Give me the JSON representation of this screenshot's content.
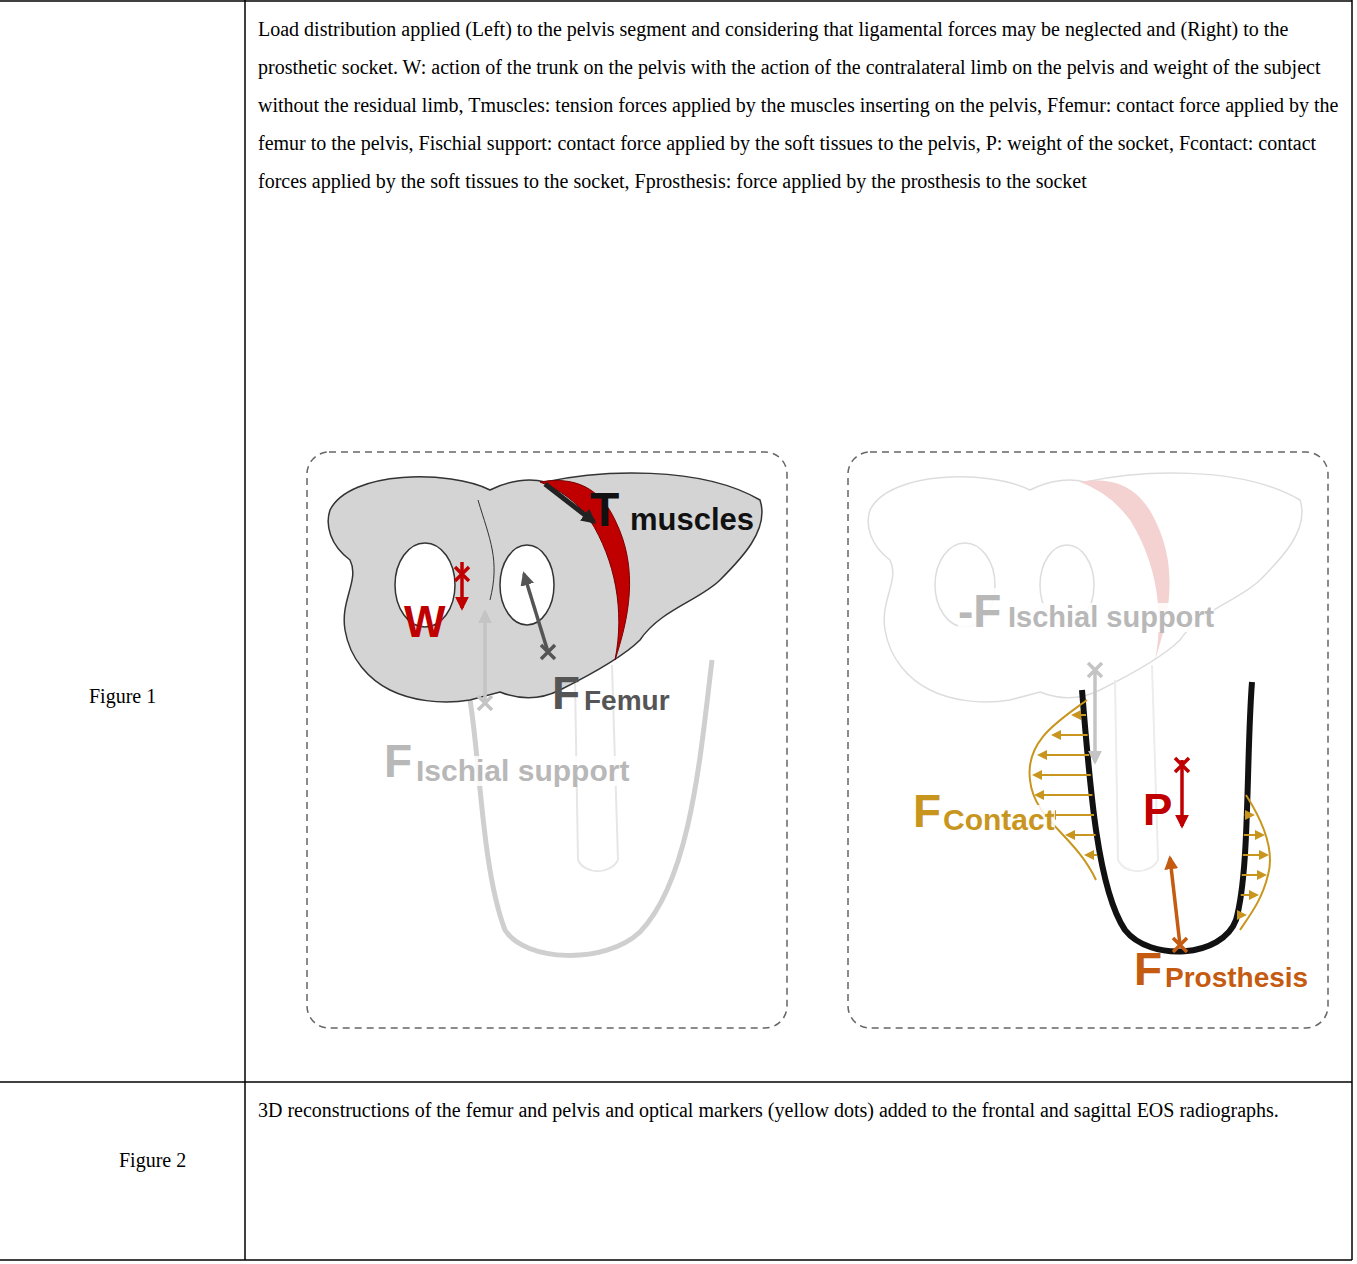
{
  "diagram": {
    "labels": [
      "Figure 1",
      "Load distribution applied (Left) to the pelvis segment and considering that ligamental forces may be neglected and (Right) to the prosthetic socket. W: action of the trunk on the pelvis with the action of the contralateral limb on the pelvis and weight of the subject without the residual limb, Tmuscles: tension forces applied by the muscles inserting on the pelvis, Ffemur: contact force applied by the femur to the pelvis, Fischial support: contact force applied by the soft tissues to the pelvis, P: weight of the socket, Fcontact: contact forces applied by the soft tissues to the socket, Fprosthesis: force applied by the prosthesis to the socket",
      "T",
      "muscles",
      "W",
      "F",
      "Femur",
      "F",
      "Ischial support",
      "-F",
      "Ischial support",
      "F",
      "Contact",
      "P",
      "F",
      "Prosthesis",
      "Figure 2",
      "3D reconstructions of the femur and pelvis and optical markers (yellow dots) added to the frontal and sagittal EOS radiographs."
    ]
  }
}
